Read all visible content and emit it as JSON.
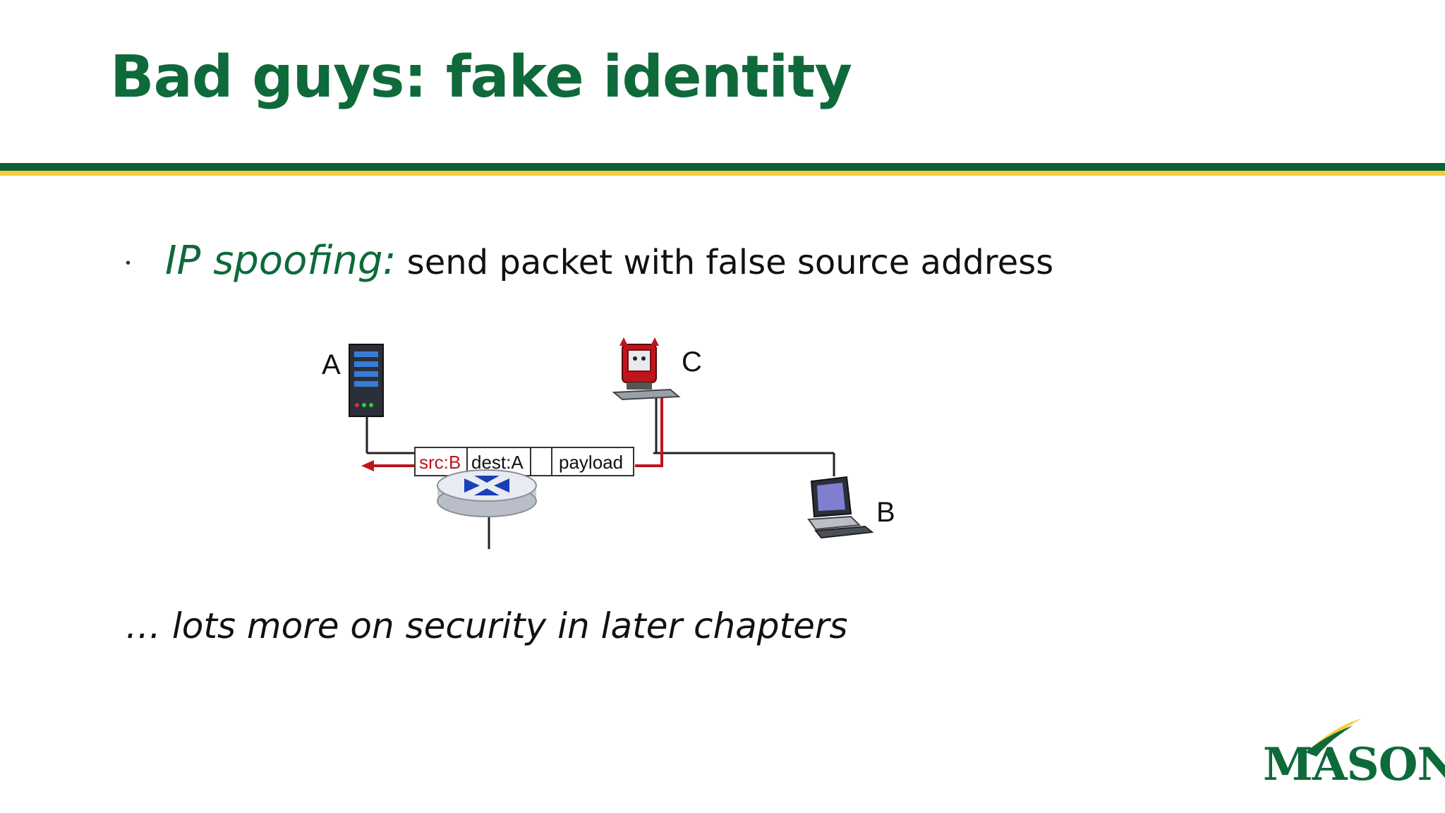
{
  "slide": {
    "title": "Bad guys:  fake identity",
    "bullet": {
      "term": "IP spoofing:",
      "text": " send packet with false source address"
    },
    "diagram": {
      "host_a_label": "A",
      "host_b_label": "B",
      "host_c_label": "C",
      "packet": {
        "src": "src:B",
        "dest": "dest:A",
        "payload": "payload"
      }
    },
    "footnote": "… lots more on security in later chapters",
    "logo_text": "MASON"
  },
  "colors": {
    "title_green": "#0e6a3a",
    "rule_green": "#0e5f37",
    "rule_gold": "#f2cf3a",
    "attack_red": "#c0141c"
  },
  "icons": [
    "server-icon",
    "attacker-computer-icon",
    "workstation-icon",
    "router-icon",
    "arrow-left-icon"
  ]
}
